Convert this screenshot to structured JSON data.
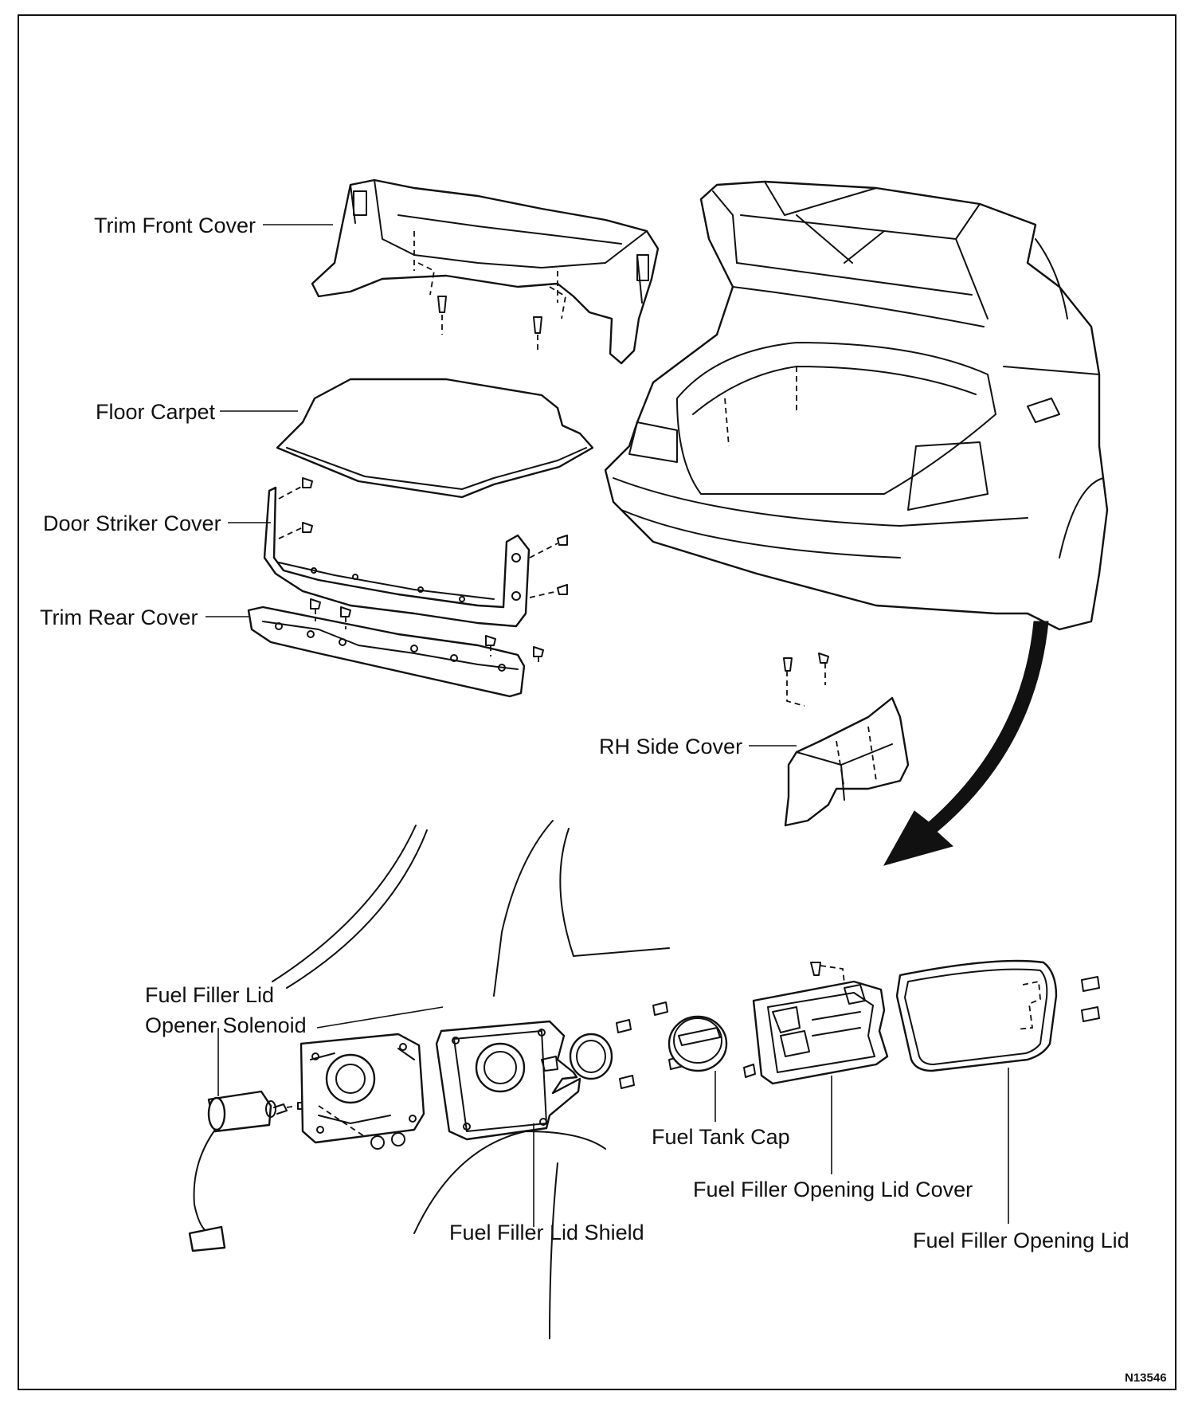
{
  "labels": {
    "trim_front_cover": "Trim Front Cover",
    "floor_carpet": "Floor Carpet",
    "door_striker_cover": "Door Striker Cover",
    "trim_rear_cover": "Trim Rear Cover",
    "rh_side_cover": "RH Side Cover",
    "fuel_filler_lid_opener_solenoid_line1": "Fuel Filler Lid",
    "fuel_filler_lid_opener_solenoid_line2": "Opener Solenoid",
    "fuel_tank_cap": "Fuel Tank Cap",
    "fuel_filler_opening_lid_cover": "Fuel Filler Opening Lid Cover",
    "fuel_filler_lid_shield": "Fuel Filler Lid Shield",
    "fuel_filler_opening_lid": "Fuel Filler Opening Lid"
  },
  "figure_code": "N13546"
}
